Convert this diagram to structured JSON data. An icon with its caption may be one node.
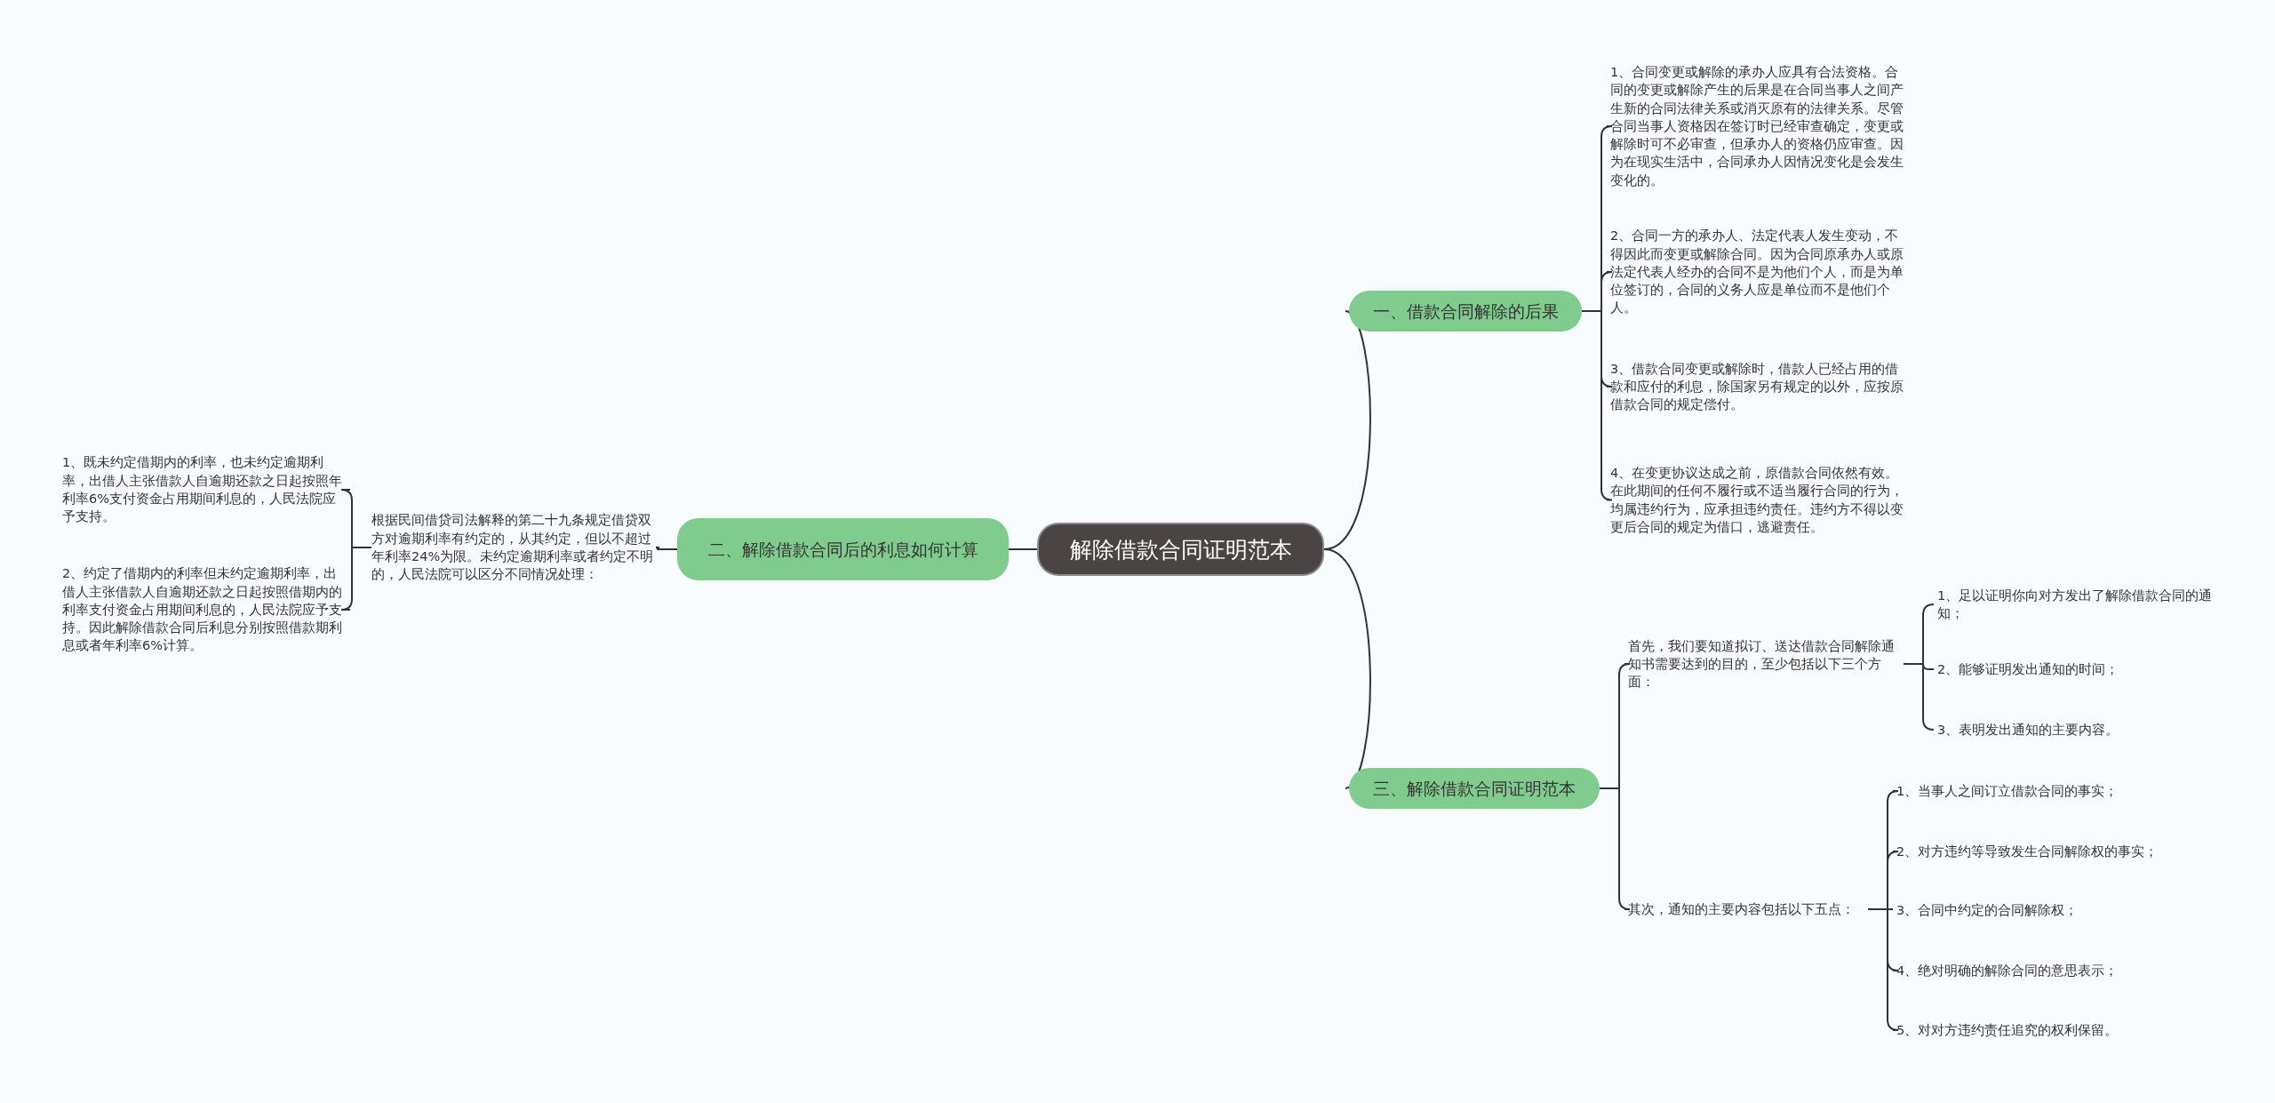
{
  "diagram": {
    "nodes": [
      {
        "text": [
          "解除借款合同证明范本"
        ]
      },
      {
        "text": [
          "一、借款合同解除的后果"
        ]
      },
      {
        "text": [
          "1、合同变更或解除的承办人应具有合法资格。合同的变更或解除产生的后果是在合同当事人之间产生新的合同法律关系或消灭原有的法律关系。尽管合同当事人资格因在签订时已经审查确定，变更或解除时可不必审查，但承办人的资格仍应审查。因为在现实生活中，合同承办人因情况变化是会发生变化的。"
        ]
      },
      {
        "text": [
          "2、合同一方的承办人、法定代表人发生变动，不得因此而变更或解除合同。因为合同原承办人或原法定代表人经办的合同不是为他们个人，而是为单位签订的，合同的义务人应是单位而不是他们个人。"
        ]
      },
      {
        "text": [
          "3、借款合同变更或解除时，借款人已经占用的借款和应付的利息，除国家另有规定的以外，应按原借款合同的规定偿付。"
        ]
      },
      {
        "text": [
          "4、在变更协议达成之前，原借款合同依然有效。在此期间的任何不履行或不适当履行合同的行为，均属违约行为，应承担违约责任。违约方不得以变更后合同的规定为借口，逃避责任。"
        ]
      },
      {
        "text": [
          "二、解除借款合同后的利息如何计算"
        ]
      },
      {
        "text": [
          "根据民间借贷司法解释的第二十九条规定借贷双方对逾期利率有约定的，从其约定，但以不超过年利率24%为限。未约定逾期利率或者约定不明的，人民法院可以区分不同情况处理："
        ]
      },
      {
        "text": [
          "1、既未约定借期内的利率，也未约定逾期利率，出借人主张借款人自逾期还款之日起按照年利率6%支付资金占用期间利息的，人民法院应予支持。"
        ]
      },
      {
        "text": [
          "2、约定了借期内的利率但未约定逾期利率，出借人主张借款人自逾期还款之日起按照借期内的利率支付资金占用期间利息的，人民法院应予支持。因此解除借款合同后利息分别按照借款期利息或者年利率6%计算。"
        ]
      },
      {
        "text": [
          "三、解除借款合同证明范本"
        ]
      },
      {
        "text": [
          "首先，我们要知道拟订、送达借款合同解除通知书需要达到的目的，至少包括以下三个方面："
        ]
      },
      {
        "text": [
          "1、足以证明你向对方发出了解除借款合同的通知；"
        ]
      },
      {
        "text": [
          "2、能够证明发出通知的时间；"
        ]
      },
      {
        "text": [
          "3、表明发出通知的主要内容。"
        ]
      },
      {
        "text": [
          "其次，通知的主要内容包括以下五点："
        ]
      },
      {
        "text": [
          "1、当事人之间订立借款合同的事实；"
        ]
      },
      {
        "text": [
          "2、对方违约等导致发生合同解除权的事实；"
        ]
      },
      {
        "text": [
          "3、合同中约定的合同解除权；"
        ]
      },
      {
        "text": [
          "4、绝对明确的解除合同的意思表示；"
        ]
      },
      {
        "text": [
          "5、对对方违约责任追究的权利保留。"
        ]
      }
    ],
    "edges": [
      {
        "from": 0,
        "to": 1,
        "arrow": "none"
      },
      {
        "from": 1,
        "to": 2,
        "arrow": "none"
      },
      {
        "from": 1,
        "to": 3,
        "arrow": "none"
      },
      {
        "from": 1,
        "to": 4,
        "arrow": "none"
      },
      {
        "from": 1,
        "to": 5,
        "arrow": "none"
      },
      {
        "from": 0,
        "to": 6,
        "arrow": "none"
      },
      {
        "from": 6,
        "to": 7,
        "arrow": "none"
      },
      {
        "from": 7,
        "to": 8,
        "arrow": "none"
      },
      {
        "from": 7,
        "to": 9,
        "arrow": "none"
      },
      {
        "from": 0,
        "to": 10,
        "arrow": "none"
      },
      {
        "from": 10,
        "to": 11,
        "arrow": "none"
      },
      {
        "from": 11,
        "to": 12,
        "arrow": "none"
      },
      {
        "from": 11,
        "to": 13,
        "arrow": "none"
      },
      {
        "from": 11,
        "to": 14,
        "arrow": "none"
      },
      {
        "from": 10,
        "to": 15,
        "arrow": "none"
      },
      {
        "from": 15,
        "to": 16,
        "arrow": "none"
      },
      {
        "from": 15,
        "to": 17,
        "arrow": "none"
      },
      {
        "from": 15,
        "to": 18,
        "arrow": "none"
      },
      {
        "from": 15,
        "to": 19,
        "arrow": "none"
      },
      {
        "from": 15,
        "to": 20,
        "arrow": "none"
      }
    ]
  }
}
